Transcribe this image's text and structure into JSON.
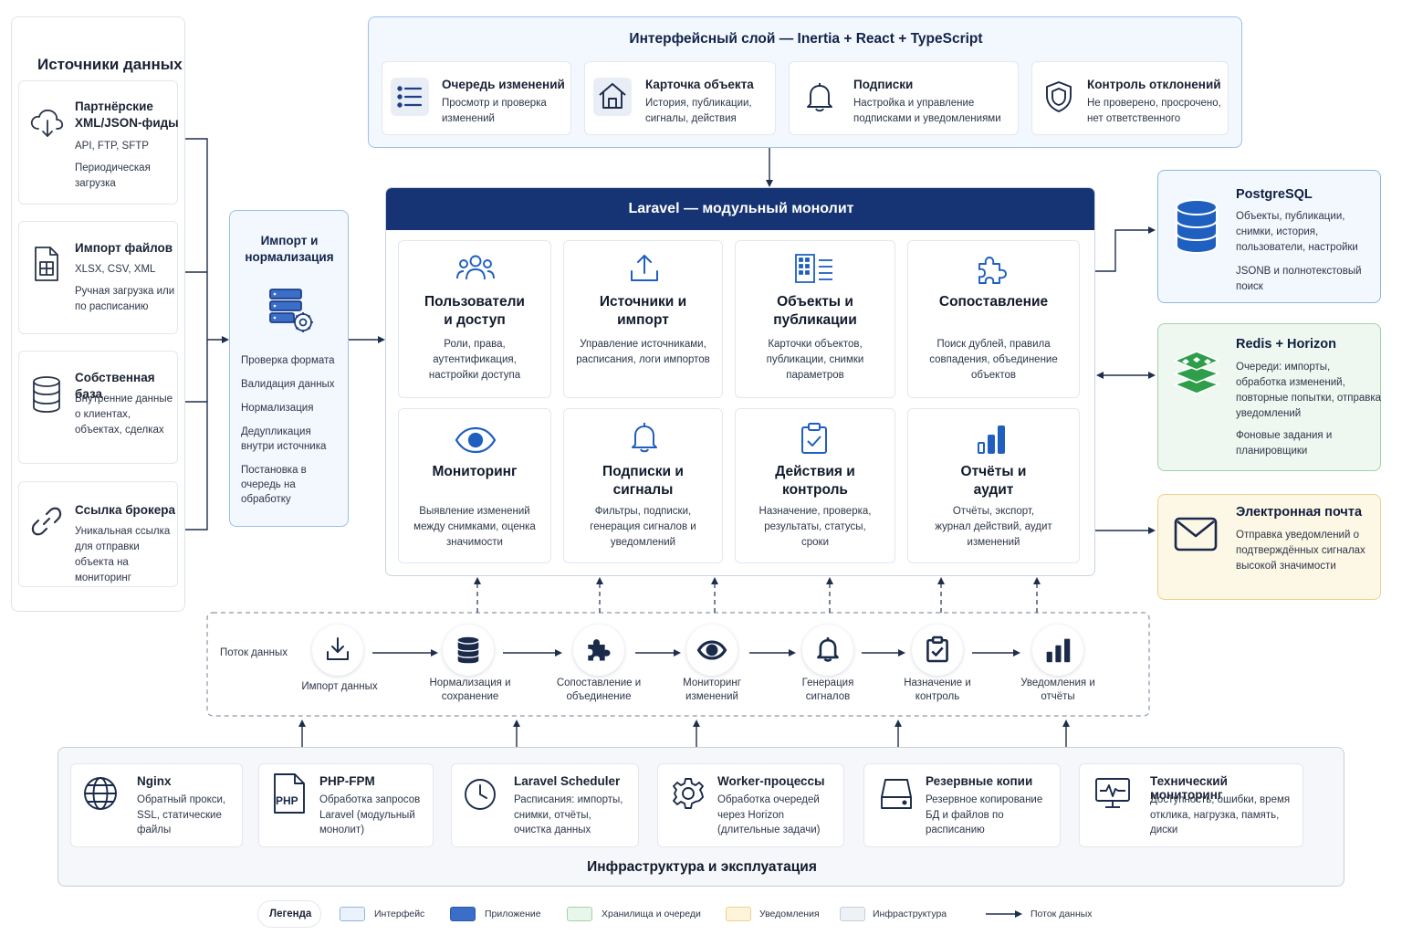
{
  "sources": {
    "title": "Источники данных",
    "items": [
      {
        "name": "Партнёрские XML/JSON-фиды",
        "desc1": "API, FTP, SFTP",
        "desc2": "Периодическая загрузка",
        "icon": "cloud-download-icon"
      },
      {
        "name": "Импорт файлов",
        "desc1": "XLSX, CSV, XML",
        "desc2": "Ручная загрузка или по расписанию",
        "icon": "spreadsheet-file-icon"
      },
      {
        "name": "Собственная база",
        "desc1": "Внутренние данные о клиентах, объектах, сделках",
        "icon": "database-icon"
      },
      {
        "name": "Ссылка брокера",
        "desc1": "Уникальная ссылка для отправки объекта на мониторинг",
        "icon": "link-icon"
      }
    ]
  },
  "import": {
    "title": "Импорт и нормализация",
    "steps": [
      "Проверка формата",
      "Валидация данных",
      "Нормализация",
      "Дедупликация внутри источника",
      "Постановка в очередь на обработку"
    ]
  },
  "interface": {
    "title": "Интерфейсный слой — Inertia + React + TypeScript",
    "items": [
      {
        "name": "Очередь изменений",
        "desc": "Просмотр и проверка изменений",
        "icon": "list-icon"
      },
      {
        "name": "Карточка объекта",
        "desc": "История, публикации, сигналы, действия",
        "icon": "house-icon"
      },
      {
        "name": "Подписки",
        "desc": "Настройка и управление подписками и уведомлениями",
        "icon": "bell-icon"
      },
      {
        "name": "Контроль отклонений",
        "desc": "Не проверено, просрочено, нет ответственного",
        "icon": "shield-icon"
      }
    ]
  },
  "monolith": {
    "title": "Laravel — модульный монолит",
    "modules": [
      {
        "name": "Пользователи и доступ",
        "desc": "Роли, права, аутентификация, настройки доступа",
        "icon": "users-icon"
      },
      {
        "name": "Источники и импорт",
        "desc": "Управление источниками, расписания, логи импортов",
        "icon": "upload-icon"
      },
      {
        "name": "Объекты и публикации",
        "desc": "Карточки объектов, публикации, снимки параметров",
        "icon": "building-icon"
      },
      {
        "name": "Сопоставление",
        "desc": "Поиск дублей, правила совпадения, объединение объектов",
        "icon": "puzzle-icon"
      },
      {
        "name": "Мониторинг",
        "desc": "Выявление изменений между снимками, оценка значимости",
        "icon": "eye-icon"
      },
      {
        "name": "Подписки и сигналы",
        "desc": "Фильтры, подписки, генерация сигналов и уведомлений",
        "icon": "bell-icon"
      },
      {
        "name": "Действия и контроль",
        "desc": "Назначение, проверка, результаты, статусы, сроки",
        "icon": "clipboard-check-icon"
      },
      {
        "name": "Отчёты и аудит",
        "desc": "Отчёты, экспорт, журнал действий, аудит изменений",
        "icon": "bar-chart-icon"
      }
    ]
  },
  "storage": [
    {
      "name": "PostgreSQL",
      "desc1": "Объекты, публикации, снимки, история, пользователи, настройки",
      "desc2": "JSONB и полнотекстовый поиск",
      "icon": "database-icon",
      "color": "#1f5fbf"
    },
    {
      "name": "Redis + Horizon",
      "desc1": "Очереди: импорты, обработка изменений, повторные попытки, отправка уведомлений",
      "desc2": "Фоновые задания и планировщики",
      "icon": "layers-icon",
      "color": "#2e9e4a"
    },
    {
      "name": "Электронная почта",
      "desc1": "Отправка уведомлений о подтверждённых сигналах высокой значимости",
      "icon": "envelope-icon",
      "color": "#1a2a4a"
    }
  ],
  "flow": {
    "title": "Поток данных",
    "steps": [
      {
        "label": "Импорт данных",
        "icon": "download-icon"
      },
      {
        "label": "Нормализация и сохранение",
        "icon": "database-icon"
      },
      {
        "label": "Сопоставление и объединение",
        "icon": "puzzle-icon"
      },
      {
        "label": "Мониторинг изменений",
        "icon": "eye-icon"
      },
      {
        "label": "Генерация сигналов",
        "icon": "bell-icon"
      },
      {
        "label": "Назначение и контроль",
        "icon": "clipboard-check-icon"
      },
      {
        "label": "Уведомления и отчёты",
        "icon": "bar-chart-icon"
      }
    ]
  },
  "infrastructure": {
    "title": "Инфраструктура и эксплуатация",
    "items": [
      {
        "name": "Nginx",
        "desc": "Обратный прокси, SSL, статические файлы",
        "icon": "globe-icon"
      },
      {
        "name": "PHP-FPM",
        "desc": "Обработка запросов Laravel (модульный монолит)",
        "icon": "php-file-icon",
        "badge": "PHP"
      },
      {
        "name": "Laravel Scheduler",
        "desc": "Расписания: импорты, снимки, отчёты, очистка данных",
        "icon": "clock-icon"
      },
      {
        "name": "Worker-процессы",
        "desc": "Обработка очередей через Horizon (длительные задачи)",
        "icon": "gear-icon"
      },
      {
        "name": "Резервные копии",
        "desc": "Резервное копирование БД и файлов по расписанию",
        "icon": "hard-drive-icon"
      },
      {
        "name": "Технический мониторинг",
        "desc": "Доступность, ошибки, время отклика, нагрузка, память, диски",
        "icon": "monitor-pulse-icon"
      }
    ]
  },
  "legend": {
    "title": "Легенда",
    "items": [
      {
        "label": "Интерфейс",
        "color": "#eaf3fc",
        "border": "#8fb6e0"
      },
      {
        "label": "Приложение",
        "color": "#3a6ec8",
        "border": "#2a57a6"
      },
      {
        "label": "Хранилища и очереди",
        "color": "#e9f6ec",
        "border": "#9fd3a9"
      },
      {
        "label": "Уведомления",
        "color": "#fdf4dc",
        "border": "#eed08e"
      },
      {
        "label": "Инфраструктура",
        "color": "#eef1f6",
        "border": "#c6cfdc"
      }
    ],
    "flow_label": "Поток данных"
  }
}
